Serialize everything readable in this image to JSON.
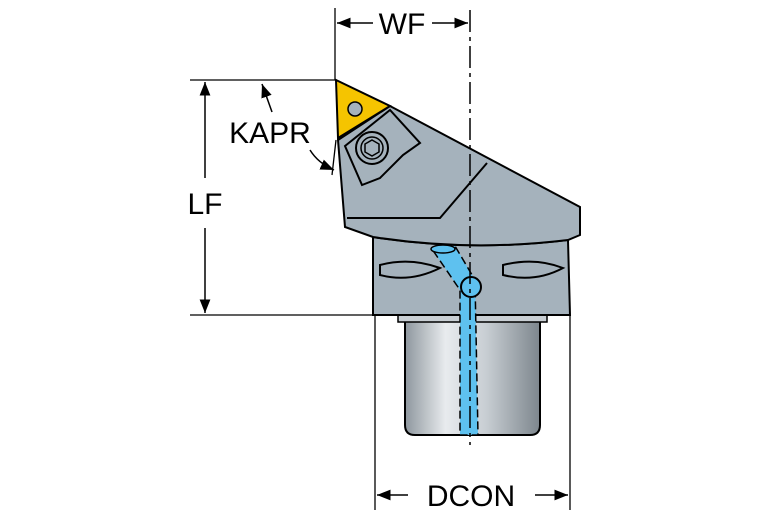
{
  "labels": {
    "wf": "WF",
    "lf": "LF",
    "kapr": "KAPR",
    "dcon": "DCON"
  },
  "colors": {
    "insert": "#f5c400",
    "body": "#a5b2bc",
    "coolant": "#5ec1ef",
    "shank_light": "#e8ebee",
    "shank_dark": "#8e979e"
  }
}
